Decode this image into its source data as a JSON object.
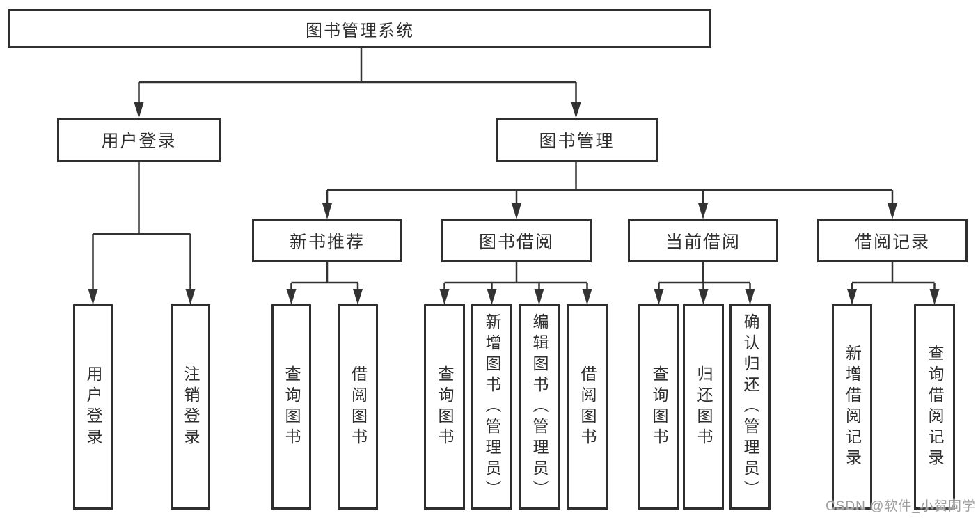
{
  "title": "图书管理系统",
  "level2": {
    "user_login": "用户登录",
    "book_mgmt": "图书管理"
  },
  "level3": {
    "new_book": "新书推荐",
    "book_borrow": "图书借阅",
    "current_borrow": "当前借阅",
    "borrow_record": "借阅记录"
  },
  "leaves": {
    "user_login": [
      "用户登录",
      "注销登录"
    ],
    "new_book": [
      "查询图书",
      "借阅图书"
    ],
    "book_borrow": [
      "查询图书",
      "新增图书（管理员）",
      "编辑图书（管理员）",
      "借阅图书"
    ],
    "current_borrow": [
      "查询图书",
      "归还图书",
      "确认归还（管理员）"
    ],
    "borrow_record": [
      "新增借阅记录",
      "查询借阅记录"
    ]
  },
  "watermark": "CSDN @软件_小贺同学",
  "colors": {
    "line": "#333333",
    "border": "#2f2f2f",
    "text": "#2e2e2e",
    "watermark": "#9e9e9e",
    "background": "#ffffff"
  }
}
